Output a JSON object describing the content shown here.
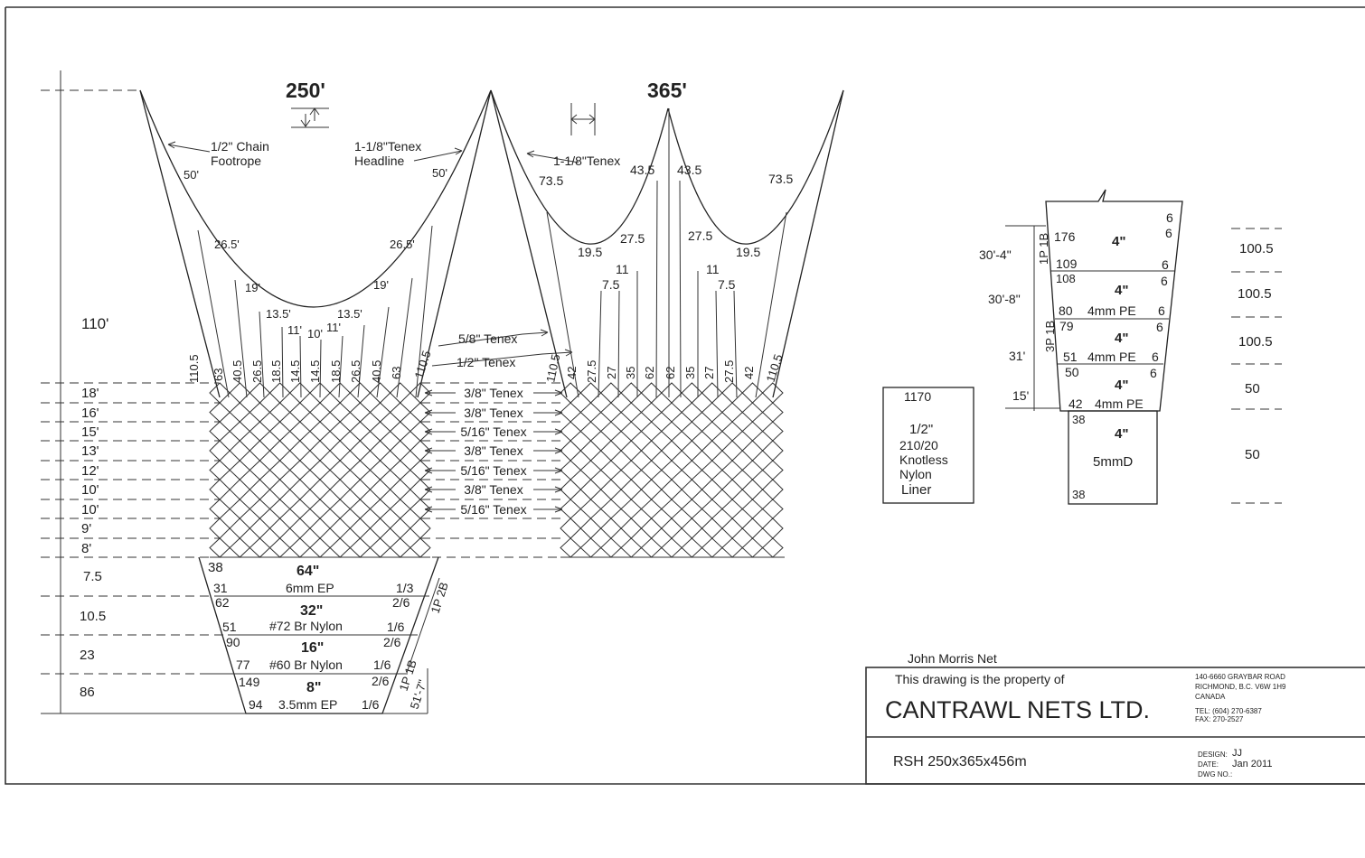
{
  "wing250": {
    "title": "250'",
    "chain_label_1": "1/2\" Chain",
    "chain_label_2": "Footrope",
    "headline_label_1": "1-1/8\"Tenex",
    "headline_label_2": "Headline",
    "curve_labels": [
      "50'",
      "50'",
      "26.5'",
      "26.5'",
      "19'",
      "19'",
      "13.5'",
      "13.5'",
      "11'",
      "11'",
      "10'"
    ],
    "panel_values": [
      "110.5",
      "63",
      "40.5",
      "26.5",
      "18.5",
      "14.5",
      "14.5",
      "18.5",
      "26.5",
      "40.5",
      "63",
      "110.5"
    ]
  },
  "wing365": {
    "title": "365'",
    "tenex_label": "1-1/8\"Tenex",
    "curve_labels": [
      "73.5",
      "43.5",
      "43.5",
      "73.5",
      "27.5",
      "27.5",
      "19.5",
      "19.5",
      "11",
      "11",
      "7.5",
      "7.5"
    ],
    "panel_values": [
      "110.5",
      "42",
      "27.5",
      "27",
      "35",
      "62",
      "62",
      "35",
      "27",
      "27.5",
      "42",
      "110.5"
    ]
  },
  "height_label": "110'",
  "tenex_callouts": [
    "5/8\" Tenex",
    "1/2\" Tenex"
  ],
  "rows": [
    {
      "depth": "18'",
      "tenex": "3/8\" Tenex"
    },
    {
      "depth": "16'",
      "tenex": "3/8\" Tenex"
    },
    {
      "depth": "15'",
      "tenex": "5/16\" Tenex"
    },
    {
      "depth": "13'",
      "tenex": "3/8\" Tenex"
    },
    {
      "depth": "12'",
      "tenex": "5/16\" Tenex"
    },
    {
      "depth": "10'",
      "tenex": "3/8\" Tenex"
    },
    {
      "depth": "10'",
      "tenex": "5/16\" Tenex"
    },
    {
      "depth": "9'",
      "tenex": ""
    },
    {
      "depth": "8'",
      "tenex": ""
    }
  ],
  "body_sections": [
    {
      "len": "7.5",
      "top": "38",
      "mesh": "64\"",
      "mat": "6mm EP",
      "bot": "31",
      "ratio": "1/3"
    },
    {
      "len": "10.5",
      "top": "62",
      "mesh": "32\"",
      "mat": "#72 Br Nylon",
      "bot": "51",
      "ratio": "1/6",
      "ratio_top": "2/6"
    },
    {
      "len": "23",
      "top": "90",
      "mesh": "16\"",
      "mat": "#60 Br Nylon",
      "bot": "77",
      "ratio": "1/6",
      "ratio_top": "2/6"
    },
    {
      "len": "86",
      "top": "149",
      "mesh": "8\"",
      "mat": "3.5mm EP",
      "bot": "94",
      "ratio": "1/6",
      "ratio_top": "2/6"
    }
  ],
  "body_side": {
    "label_2b": "1P 2B",
    "label_1b": "1P 1B",
    "length": "51'-7\""
  },
  "codend": {
    "sections": [
      {
        "top": "176",
        "mesh": "4\"",
        "bot": "109",
        "r1": "6",
        "r2": "6",
        "r3": "6"
      },
      {
        "top": "108",
        "mesh": "4\"",
        "bot": "80",
        "mat": "4mm PE",
        "r1": "6",
        "r2": "6"
      },
      {
        "top": "79",
        "mesh": "4\"",
        "bot": "51",
        "mat": "4mm PE",
        "r1": "6",
        "r2": "6"
      },
      {
        "top": "50",
        "mesh": "4\"",
        "bot": "42",
        "mat": "4mm PE",
        "r1": "6"
      }
    ],
    "extension": {
      "top": "38",
      "mesh": "4\"",
      "mat": "5mmD",
      "bot": "38"
    },
    "left_lengths": [
      "30'-4\"",
      "30'-8\"",
      "31'",
      "15'"
    ],
    "side_labels": [
      "1P 1B",
      "3P 1B"
    ],
    "right_lengths": [
      "100.5",
      "100.5",
      "100.5",
      "50",
      "50"
    ]
  },
  "liner": {
    "count": "1170",
    "size": "1/2\"",
    "l1": "210/20",
    "l2": "Knotless",
    "l3": "Nylon",
    "l4": "Liner"
  },
  "title_block": {
    "net_name": "John Morris Net",
    "property": "This drawing is the property of",
    "company": "CANTRAWL NETS LTD.",
    "addr1": "140-6660 GRAYBAR ROAD",
    "addr2": "RICHMOND, B.C. V6W 1H9",
    "addr3": "CANADA",
    "tel": "TEL: (604) 270-6387",
    "fax": "FAX: 270-2527",
    "drawing_id": "RSH 250x365x456m",
    "design_label": "DESIGN:",
    "design": "JJ",
    "date_label": "DATE:",
    "date": "Jan 2011",
    "dwg_label": "DWG NO.:"
  }
}
